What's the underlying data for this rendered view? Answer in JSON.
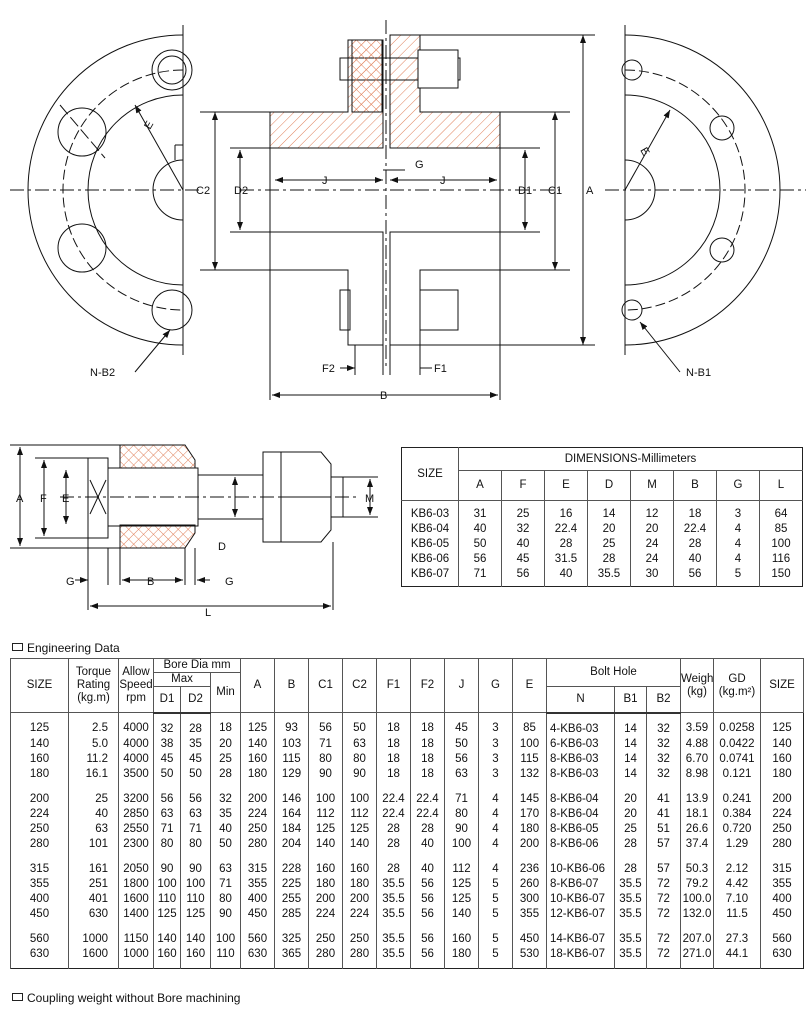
{
  "drawing_top": {
    "labels": {
      "E_left": "E",
      "E_right": "E",
      "N_B2": "N-B2",
      "N_B1": "N-B1",
      "G": "G",
      "J_left": "J",
      "J_right": "J",
      "C2": "C2",
      "D2": "D2",
      "D1": "D1",
      "C1": "C1",
      "A": "A",
      "F2": "F2",
      "F1": "F1",
      "B": "B"
    }
  },
  "drawing_bolt": {
    "labels": {
      "A": "A",
      "F": "F",
      "E": "E",
      "D": "D",
      "M": "M",
      "G_left": "G",
      "B": "B",
      "G_right": "G",
      "L": "L"
    }
  },
  "colors": {
    "hatch": "#e0805a",
    "line": "#111111"
  },
  "dimensions_table": {
    "size_header": "SIZE",
    "group_header": "DIMENSIONS-Millimeters",
    "columns": [
      "A",
      "F",
      "E",
      "D",
      "M",
      "B",
      "G",
      "L"
    ],
    "rows": [
      [
        "KB6-03",
        "31",
        "25",
        "16",
        "14",
        "12",
        "18",
        "3",
        "64"
      ],
      [
        "KB6-04",
        "40",
        "32",
        "22.4",
        "20",
        "20",
        "22.4",
        "4",
        "85"
      ],
      [
        "KB6-05",
        "50",
        "40",
        "28",
        "25",
        "24",
        "28",
        "4",
        "100"
      ],
      [
        "KB6-06",
        "56",
        "45",
        "31.5",
        "28",
        "24",
        "40",
        "4",
        "116"
      ],
      [
        "KB6-07",
        "71",
        "56",
        "40",
        "35.5",
        "30",
        "56",
        "5",
        "150"
      ]
    ]
  },
  "engineering": {
    "title": "Engineering Data",
    "headers": {
      "size": "SIZE",
      "torque": [
        "Torque",
        "Rating",
        "(kg.m)"
      ],
      "speed": [
        "Allow",
        "Speed",
        "rpm"
      ],
      "bore": "Bore Dia mm",
      "max": "Max",
      "d1": "D1",
      "d2": "D2",
      "min": "Min",
      "a": "A",
      "b": "B",
      "c1": "C1",
      "c2": "C2",
      "f1": "F1",
      "f2": "F2",
      "j": "J",
      "g": "G",
      "e": "E",
      "bolt_hole": "Bolt Hole",
      "n": "N",
      "b1": "B1",
      "b2": "B2",
      "weight": [
        "Weight",
        "(kg)"
      ],
      "gd": [
        "GD",
        "(kg.m²)"
      ],
      "size2": "SIZE"
    },
    "rows": [
      [
        "125",
        "2.5",
        "4000",
        "32",
        "28",
        "18",
        "125",
        "93",
        "56",
        "50",
        "18",
        "18",
        "45",
        "3",
        "85",
        "4-KB6-03",
        "14",
        "32",
        "3.59",
        "0.0258",
        "125"
      ],
      [
        "140",
        "5.0",
        "4000",
        "38",
        "35",
        "20",
        "140",
        "103",
        "71",
        "63",
        "18",
        "18",
        "50",
        "3",
        "100",
        "6-KB6-03",
        "14",
        "32",
        "4.88",
        "0.0422",
        "140"
      ],
      [
        "160",
        "11.2",
        "4000",
        "45",
        "45",
        "25",
        "160",
        "115",
        "80",
        "80",
        "18",
        "18",
        "56",
        "3",
        "115",
        "8-KB6-03",
        "14",
        "32",
        "6.70",
        "0.0741",
        "160"
      ],
      [
        "180",
        "16.1",
        "3500",
        "50",
        "50",
        "28",
        "180",
        "129",
        "90",
        "90",
        "18",
        "18",
        "63",
        "3",
        "132",
        "8-KB6-03",
        "14",
        "32",
        "8.98",
        "0.121",
        "180"
      ],
      [
        "200",
        "25",
        "3200",
        "56",
        "56",
        "32",
        "200",
        "146",
        "100",
        "100",
        "22.4",
        "22.4",
        "71",
        "4",
        "145",
        "8-KB6-04",
        "20",
        "41",
        "13.9",
        "0.241",
        "200"
      ],
      [
        "224",
        "40",
        "2850",
        "63",
        "63",
        "35",
        "224",
        "164",
        "112",
        "112",
        "22.4",
        "22.4",
        "80",
        "4",
        "170",
        "8-KB6-04",
        "20",
        "41",
        "18.1",
        "0.384",
        "224"
      ],
      [
        "250",
        "63",
        "2550",
        "71",
        "71",
        "40",
        "250",
        "184",
        "125",
        "125",
        "28",
        "28",
        "90",
        "4",
        "180",
        "8-KB6-05",
        "25",
        "51",
        "26.6",
        "0.720",
        "250"
      ],
      [
        "280",
        "101",
        "2300",
        "80",
        "80",
        "50",
        "280",
        "204",
        "140",
        "140",
        "28",
        "40",
        "100",
        "4",
        "200",
        "8-KB6-06",
        "28",
        "57",
        "37.4",
        "1.29",
        "280"
      ],
      [
        "315",
        "161",
        "2050",
        "90",
        "90",
        "63",
        "315",
        "228",
        "160",
        "160",
        "28",
        "40",
        "112",
        "4",
        "236",
        "10-KB6-06",
        "28",
        "57",
        "50.3",
        "2.12",
        "315"
      ],
      [
        "355",
        "251",
        "1800",
        "100",
        "100",
        "71",
        "355",
        "225",
        "180",
        "180",
        "35.5",
        "56",
        "125",
        "5",
        "260",
        "8-KB6-07",
        "35.5",
        "72",
        "79.2",
        "4.42",
        "355"
      ],
      [
        "400",
        "401",
        "1600",
        "110",
        "110",
        "80",
        "400",
        "255",
        "200",
        "200",
        "35.5",
        "56",
        "125",
        "5",
        "300",
        "10-KB6-07",
        "35.5",
        "72",
        "100.0",
        "7.10",
        "400"
      ],
      [
        "450",
        "630",
        "1400",
        "125",
        "125",
        "90",
        "450",
        "285",
        "224",
        "224",
        "35.5",
        "56",
        "140",
        "5",
        "355",
        "12-KB6-07",
        "35.5",
        "72",
        "132.0",
        "11.5",
        "450"
      ],
      [
        "560",
        "1000",
        "1150",
        "140",
        "140",
        "100",
        "560",
        "325",
        "250",
        "250",
        "35.5",
        "56",
        "160",
        "5",
        "450",
        "14-KB6-07",
        "35.5",
        "72",
        "207.0",
        "27.3",
        "560"
      ],
      [
        "630",
        "1600",
        "1000",
        "160",
        "160",
        "110",
        "630",
        "365",
        "280",
        "280",
        "35.5",
        "56",
        "180",
        "5",
        "530",
        "18-KB6-07",
        "35.5",
        "72",
        "271.0",
        "44.1",
        "630"
      ]
    ]
  },
  "footnote": "Coupling weight without Bore machining"
}
